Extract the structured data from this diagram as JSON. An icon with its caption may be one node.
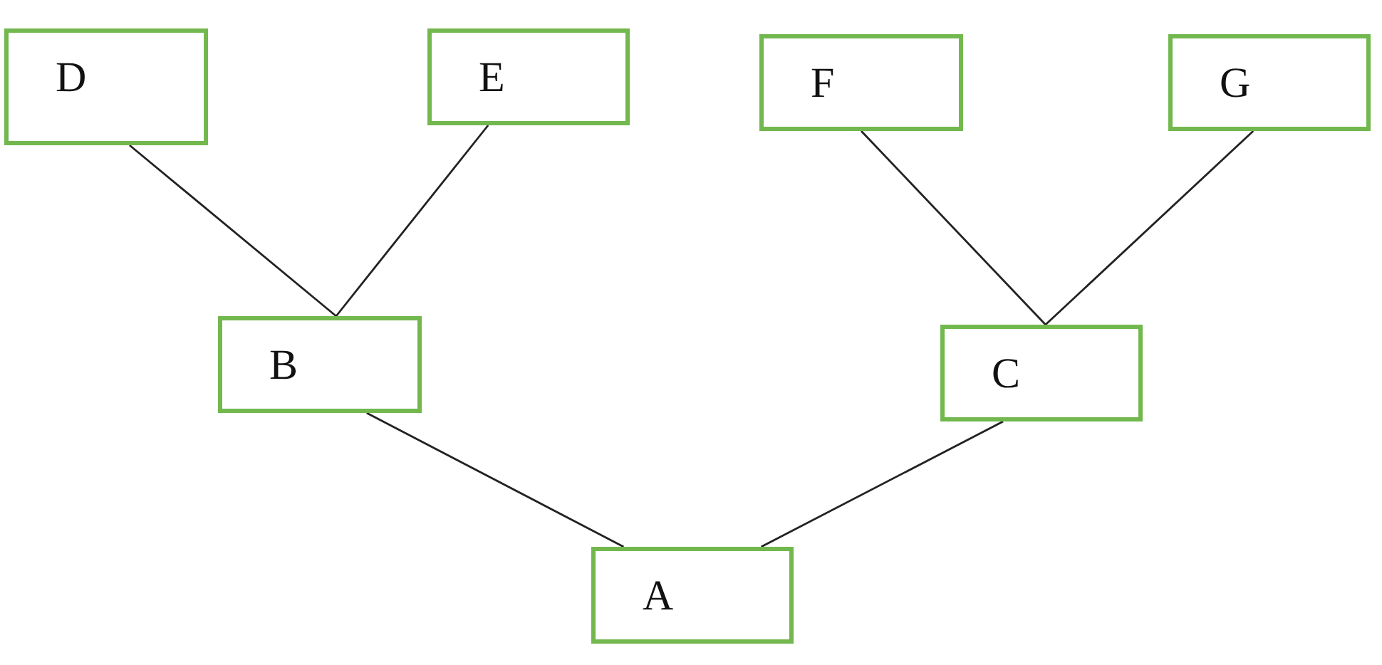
{
  "diagram": {
    "nodes": [
      {
        "text": [
          "D"
        ]
      },
      {
        "text": [
          "E"
        ]
      },
      {
        "text": [
          "F"
        ]
      },
      {
        "text": [
          "G"
        ]
      },
      {
        "text": [
          "B"
        ]
      },
      {
        "text": [
          "C"
        ]
      },
      {
        "text": [
          "A"
        ]
      }
    ],
    "edges": [
      {
        "from": 0,
        "to": 4,
        "arrow": "none"
      },
      {
        "from": 1,
        "to": 4,
        "arrow": "none"
      },
      {
        "from": 2,
        "to": 5,
        "arrow": "none"
      },
      {
        "from": 3,
        "to": 5,
        "arrow": "none"
      },
      {
        "from": 4,
        "to": 6,
        "arrow": "none"
      },
      {
        "from": 5,
        "to": 6,
        "arrow": "none"
      }
    ]
  }
}
